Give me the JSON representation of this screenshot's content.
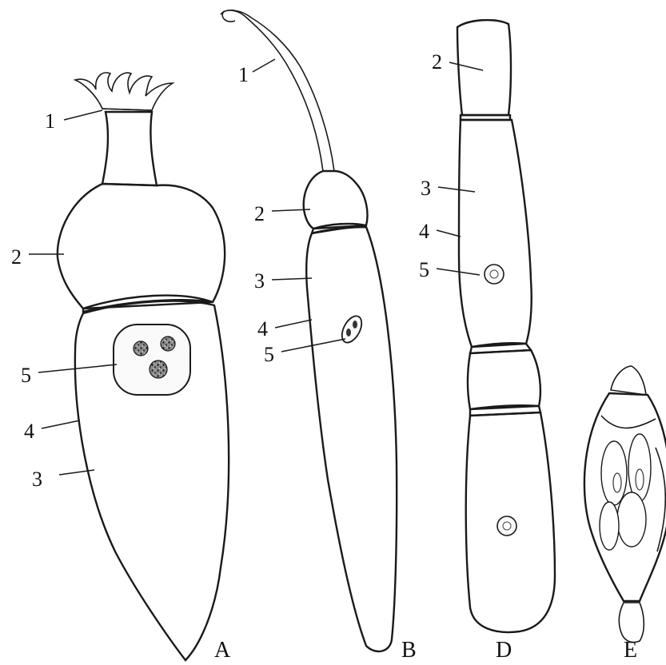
{
  "figure": {
    "panels": [
      {
        "id": "A",
        "label": "A",
        "parts": [
          "1",
          "2",
          "5",
          "4",
          "3"
        ]
      },
      {
        "id": "B",
        "label": "B",
        "parts": [
          "1",
          "2",
          "3",
          "4",
          "5"
        ]
      },
      {
        "id": "D",
        "label": "D",
        "parts": [
          "2",
          "3",
          "4",
          "5"
        ]
      },
      {
        "id": "E",
        "label": "E",
        "parts": []
      }
    ]
  }
}
